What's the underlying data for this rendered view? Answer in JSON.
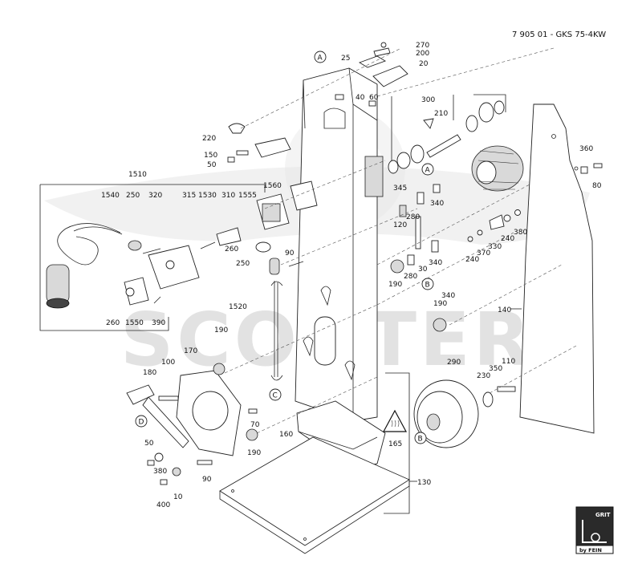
{
  "header": {
    "title": "7 905 01 - GKS 75-4KW"
  },
  "watermark": {
    "text": "SCOOTER"
  },
  "logo": {
    "top": "GRIT",
    "bottom": "by FEIN"
  },
  "callouts": {
    "A": "A",
    "B": "B",
    "C": "C",
    "D": "D"
  },
  "labels": {
    "p270": "270",
    "p200": "200",
    "p25": "25",
    "p20": "20",
    "p40": "40",
    "p60": "60",
    "p300": "300",
    "p210": "210",
    "p220": "220",
    "p150": "150",
    "p50a": "50",
    "p1510": "1510",
    "p1540": "1540",
    "p250a": "250",
    "p320": "320",
    "p315": "315",
    "p1530": "1530",
    "p310": "310",
    "p1555": "1555",
    "p1560": "1560",
    "p90a": "90",
    "p345": "345",
    "p360": "360",
    "p80": "80",
    "p340a": "340",
    "p280a": "280",
    "p120": "120",
    "p240a": "240",
    "p380a": "380",
    "p240b": "240",
    "p370": "370",
    "p330": "330",
    "p30": "30",
    "p340b": "340",
    "p190a": "190",
    "p280b": "280",
    "p260a": "260",
    "p250b": "250",
    "p1520": "1520",
    "p340c": "340",
    "p190b": "190",
    "p140": "140",
    "p260b": "260",
    "p1550": "1550",
    "p390": "390",
    "p190c": "190",
    "p170": "170",
    "p180": "180",
    "p100": "100",
    "p290": "290",
    "p230": "230",
    "p350": "350",
    "p110": "110",
    "p70": "70",
    "p190d": "190",
    "p160": "160",
    "p165": "165",
    "p50b": "50",
    "p380b": "380",
    "p90b": "90",
    "p400": "400",
    "p10": "10",
    "p130": "130"
  },
  "colors": {
    "line": "#222222",
    "watermark": "#e6e6e6",
    "logo_bg": "#2a2a2a"
  }
}
